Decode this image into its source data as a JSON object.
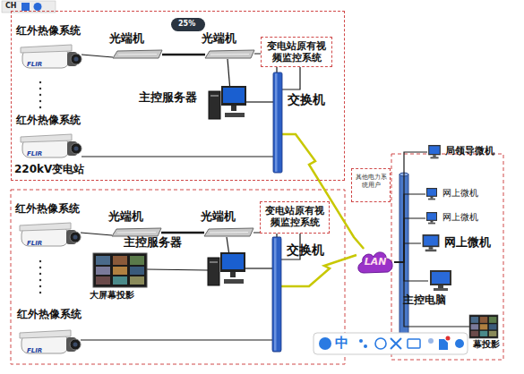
{
  "diagram": {
    "nodes": [
      {
        "text": [
          "220kV变电站"
        ]
      },
      {
        "text": [
          "红外热像系统"
        ],
        "in": 0
      },
      {
        "text": [
          "光端机"
        ],
        "in": 0
      },
      {
        "text": [
          "光端机"
        ],
        "in": 0
      },
      {
        "text": [
          "变电站原有视频监控系统"
        ],
        "in": 0
      },
      {
        "text": [
          "主控服务器"
        ],
        "in": 0
      },
      {
        "text": [
          "交换机"
        ],
        "in": 0
      },
      {
        "text": [
          "红外热像系统"
        ],
        "in": 0
      },
      {
        "text": [
          "红外热像系统"
        ]
      },
      {
        "text": [
          "光端机"
        ]
      },
      {
        "text": [
          "光端机"
        ]
      },
      {
        "text": [
          "变电站原有视频监控系统"
        ]
      },
      {
        "text": [
          "主控服务器"
        ]
      },
      {
        "text": [
          "大屏幕投影"
        ]
      },
      {
        "text": [
          "交换机"
        ]
      },
      {
        "text": [
          "红外热像系统"
        ]
      },
      {
        "text": [
          "其他电力系统用户"
        ]
      },
      {
        "text": [
          "LAN"
        ]
      },
      {
        "text": [
          "局领导微机"
        ]
      },
      {
        "text": [
          "网上微机"
        ]
      },
      {
        "text": [
          "网上微机"
        ]
      },
      {
        "text": [
          "网上微机"
        ]
      },
      {
        "text": [
          "主控电脑"
        ]
      },
      {
        "text": [
          "幕投影"
        ]
      }
    ],
    "edges": [
      {
        "from": 1,
        "to": 2,
        "arrow": "none"
      },
      {
        "from": 2,
        "to": 3,
        "arrow": "none"
      },
      {
        "from": 3,
        "to": 6,
        "arrow": "none"
      },
      {
        "from": 4,
        "to": 6,
        "arrow": "none"
      },
      {
        "from": 5,
        "to": 6,
        "arrow": "none"
      },
      {
        "from": 7,
        "to": 6,
        "arrow": "none"
      },
      {
        "from": 3,
        "to": 5,
        "arrow": "none"
      },
      {
        "from": 6,
        "to": 17,
        "arrow": "none"
      },
      {
        "from": 8,
        "to": 9,
        "arrow": "none"
      },
      {
        "from": 9,
        "to": 10,
        "arrow": "none"
      },
      {
        "from": 10,
        "to": 14,
        "arrow": "none"
      },
      {
        "from": 11,
        "to": 14,
        "arrow": "none"
      },
      {
        "from": 12,
        "to": 14,
        "arrow": "none"
      },
      {
        "from": 13,
        "to": 12,
        "arrow": "none"
      },
      {
        "from": 15,
        "to": 14,
        "arrow": "none"
      },
      {
        "from": 10,
        "to": 12,
        "arrow": "none"
      },
      {
        "from": 14,
        "to": 17,
        "arrow": "none"
      },
      {
        "from": 17,
        "to": 18,
        "arrow": "none"
      },
      {
        "from": 17,
        "to": 19,
        "arrow": "none"
      },
      {
        "from": 17,
        "to": 20,
        "arrow": "none"
      },
      {
        "from": 17,
        "to": 21,
        "arrow": "none"
      },
      {
        "from": 17,
        "to": 22,
        "arrow": "none"
      },
      {
        "from": 17,
        "to": 23,
        "arrow": "none"
      }
    ],
    "labels": [
      "CH",
      "25%",
      "FLIR",
      "FLIR",
      "FLIR",
      "FLIR",
      "中"
    ]
  }
}
